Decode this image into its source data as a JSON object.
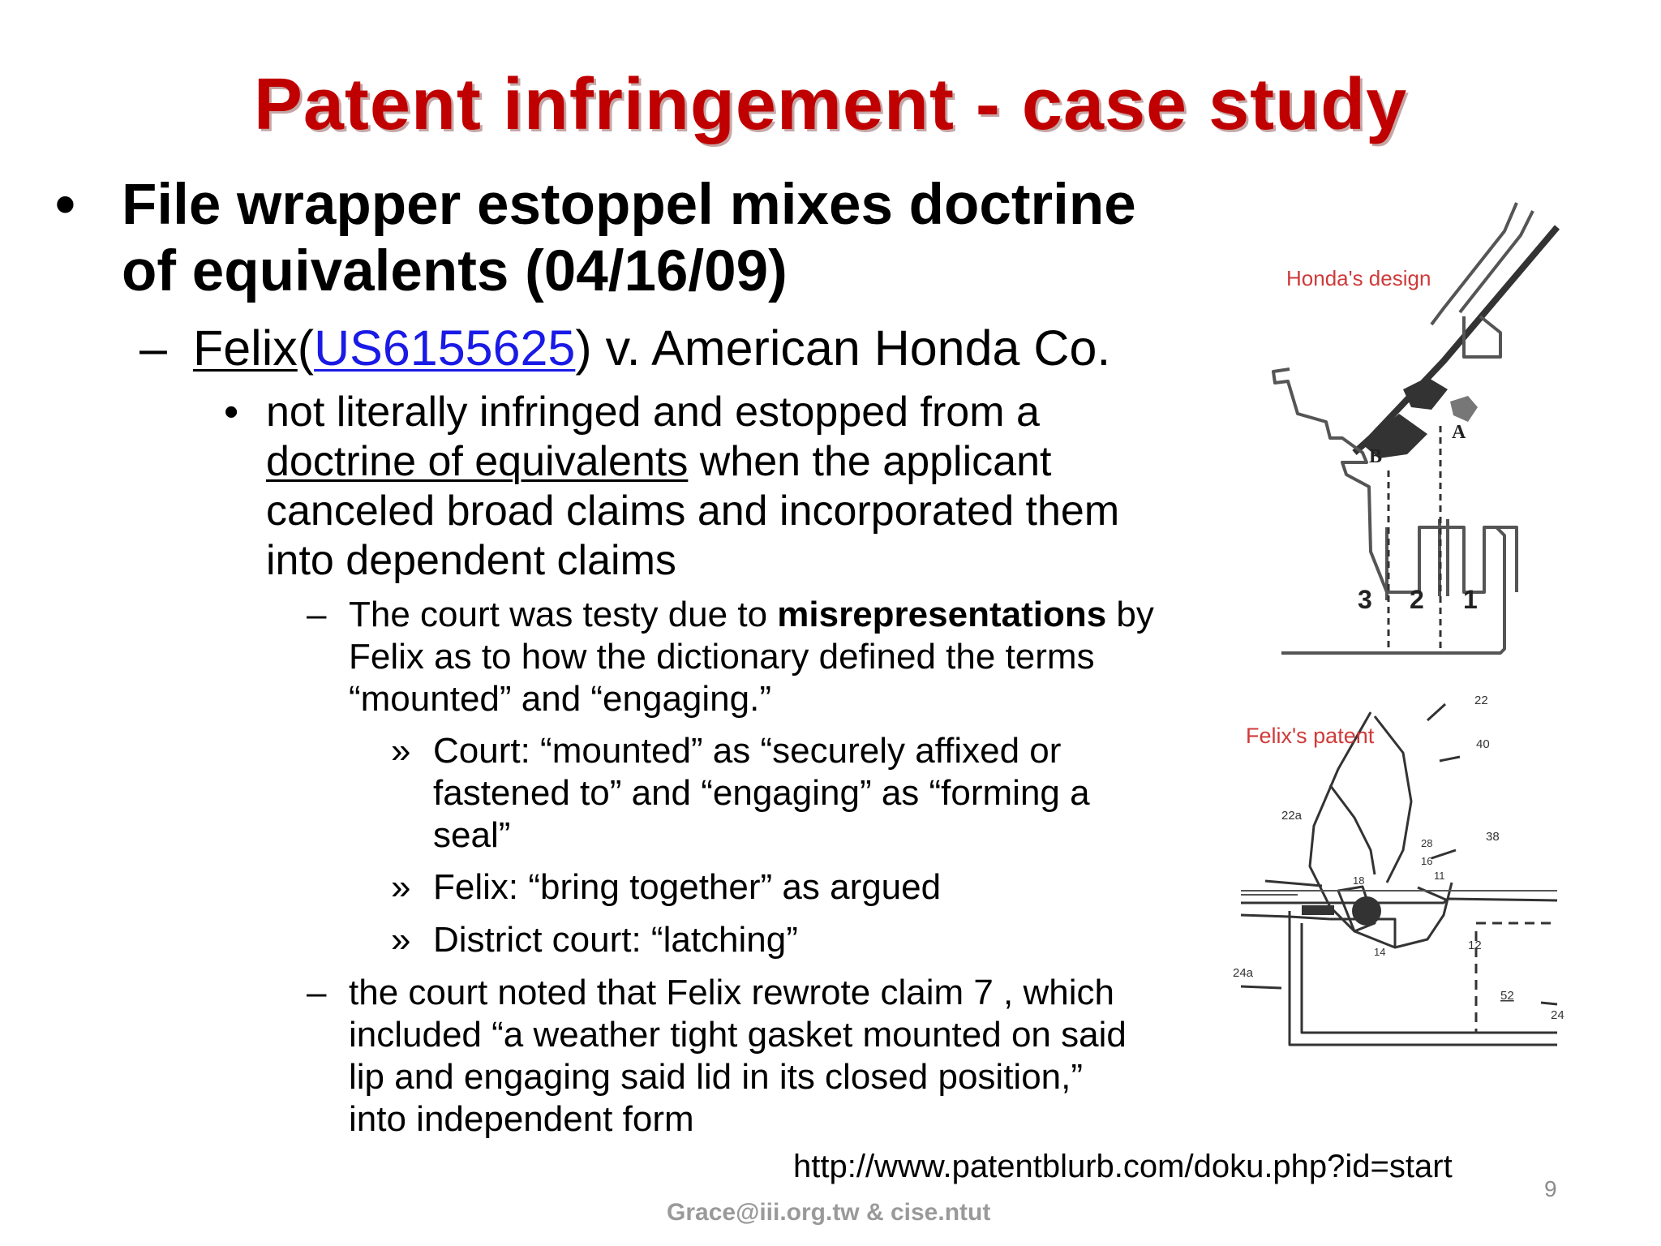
{
  "slide": {
    "title": "Patent infringement - case study",
    "bullet1": {
      "line1": "File wrapper estoppel mixes doctrine",
      "line2": "of equivalents (04/16/09)"
    },
    "case": {
      "plaintiff": "Felix",
      "open_paren": "(",
      "patent_link": "US6155625",
      "rest": ") v. American Honda Co."
    },
    "point": {
      "line1": "not literally infringed and estopped from a",
      "line2_link": "doctrine of equivalents",
      "line2_rest": " when the applicant",
      "line3": "canceled broad claims and incorporated them",
      "line4": "into dependent claims"
    },
    "sub1": {
      "pre": "The court was testy due to ",
      "bold": "misrepresentations",
      "post": " by",
      "line2": "Felix as to how the dictionary defined the terms",
      "line3": "“mounted” and “engaging.”"
    },
    "quotes": [
      {
        "line1": "Court: “mounted” as “securely affixed or",
        "line2": "fastened to” and “engaging” as “forming a",
        "line3": "seal”"
      },
      {
        "line1": "Felix: “bring together” as argued"
      },
      {
        "line1": "District court: “latching”"
      }
    ],
    "sub2": {
      "line1": " the court noted that Felix rewrote claim 7 , which",
      "line2": "included “a weather tight gasket mounted on said",
      "line3": "lip and engaging said lid in its closed position,”",
      "line4": "into independent form"
    },
    "source_url": "http://www.patentblurb.com/doku.php?id=start",
    "footer": "Grace@iii.org.tw & cise.ntut",
    "page_number": "9",
    "markers": {
      "bullet": "•",
      "dash": "–",
      "raquo": "»"
    }
  },
  "figures": {
    "honda": {
      "caption": "Honda's design",
      "labels": {
        "a": "A",
        "b": "B",
        "n3": "3",
        "n2": "2",
        "n1": "1"
      }
    },
    "felix": {
      "caption": "Felix's patent",
      "labels": [
        "22",
        "40",
        "22a",
        "38",
        "28",
        "16",
        "18",
        "11",
        "14",
        "12",
        "24a",
        "52",
        "24"
      ]
    }
  },
  "colors": {
    "title": "#c00000",
    "link": "#1a1ae6",
    "caption": "#d03a3a",
    "footer": "#9a9a9a"
  }
}
